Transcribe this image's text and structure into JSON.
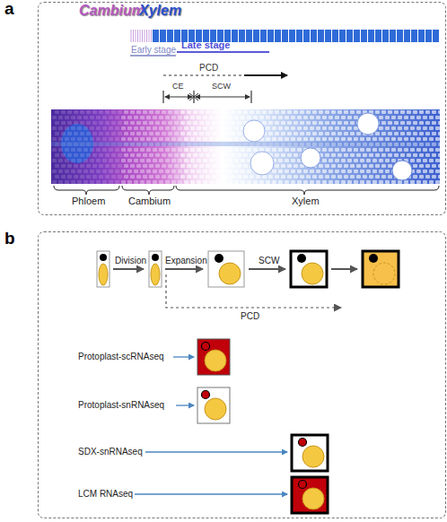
{
  "diagram": {
    "nodes": [
      {
        "text": [
          "a"
        ]
      },
      {
        "text": [
          "b"
        ]
      }
    ],
    "labels": [
      "Cambium",
      "Xylem",
      "Early stage",
      "Late stage",
      "PCD",
      "CE",
      "SCW",
      "Phloem",
      "Cambium",
      "Xylem",
      "Division",
      "Expansion",
      "SCW",
      "PCD",
      "Protoplast-scRNAseq",
      "Protoplast-snRNAseq",
      "SDX-snRNAseq",
      "LCM RNAseq"
    ]
  }
}
